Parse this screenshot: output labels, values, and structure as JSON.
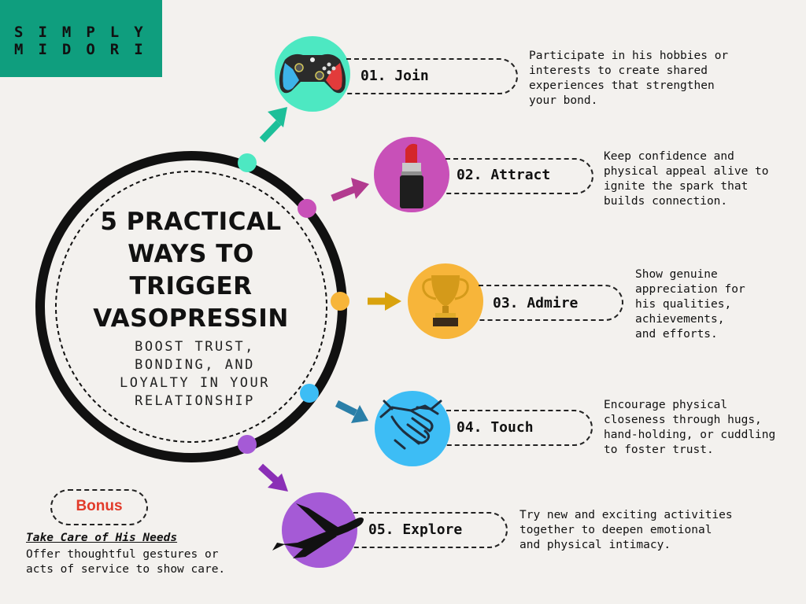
{
  "brand": {
    "line1": "SIMPLY",
    "line2": "MIDORI"
  },
  "title": {
    "line1": "5 PRACTICAL",
    "line2": "WAYS TO",
    "line3": "TRIGGER",
    "line4": "VASOPRESSIN"
  },
  "subtitle": {
    "line1": "BOOST TRUST,",
    "line2": "BONDING, AND",
    "line3": "LOYALTY IN YOUR",
    "line4": "RELATIONSHIP"
  },
  "colors": {
    "brand": "#0f9e7e",
    "join": "#4de8c2",
    "attract": "#c850b8",
    "admire": "#f7b53a",
    "touch": "#3dbdf5",
    "explore": "#a55ad6",
    "bonus_red": "#e23b2a"
  },
  "steps": [
    {
      "label": "01. Join",
      "icon": "gamepad-icon",
      "description": [
        "Participate in his hobbies or",
        "interests to create shared",
        "experiences that strengthen",
        "your bond."
      ]
    },
    {
      "label": "02. Attract",
      "icon": "lipstick-icon",
      "description": [
        "Keep confidence and",
        "physical appeal alive to",
        "ignite the spark that",
        "builds connection."
      ]
    },
    {
      "label": "03. Admire",
      "icon": "trophy-icon",
      "description": [
        "Show genuine",
        "appreciation for",
        "his qualities,",
        "achievements,",
        "and efforts."
      ]
    },
    {
      "label": "04. Touch",
      "icon": "handshake-icon",
      "description": [
        "Encourage physical",
        "closeness through hugs,",
        "hand-holding, or cuddling",
        "to foster trust."
      ]
    },
    {
      "label": "05. Explore",
      "icon": "airplane-icon",
      "description": [
        "Try new and exciting activities",
        "together to deepen emotional",
        "and physical intimacy."
      ]
    }
  ],
  "bonus": {
    "label": "Bonus",
    "title": "Take Care of His Needs",
    "text": [
      "Offer thoughtful gestures or",
      "acts of service to show care."
    ]
  }
}
